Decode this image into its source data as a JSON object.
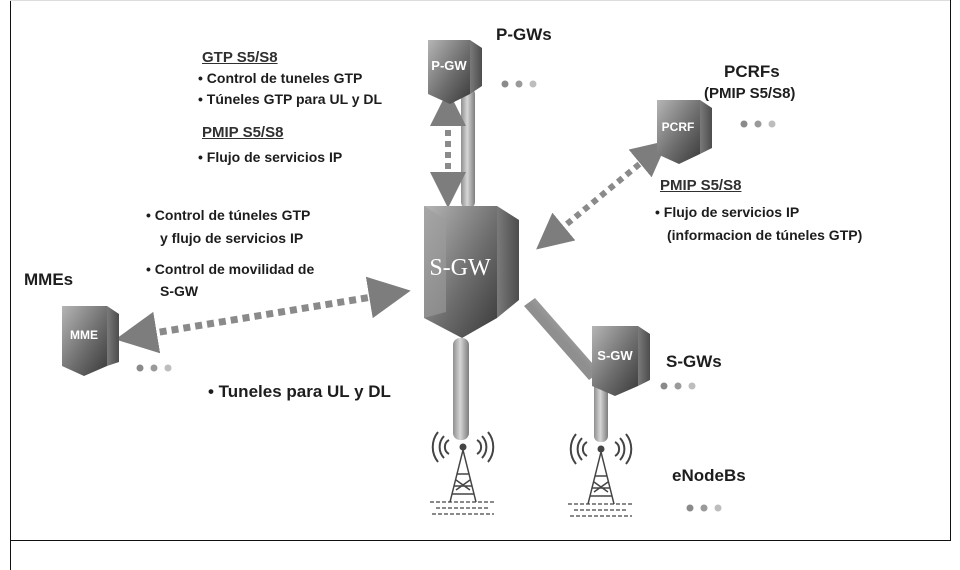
{
  "nodes": {
    "sgw_main": "S-GW",
    "pgw": "P-GW",
    "pcrf": "PCRF",
    "mme": "MME",
    "sgw_peer": "S-GW"
  },
  "groups": {
    "pgws": "P-GWs",
    "pcrfs": "PCRFs",
    "pcrfs_sub": "(PMIP S5/S8)",
    "mmes": "MMEs",
    "sgws": "S-GWs",
    "enodebs": "eNodeBs"
  },
  "pgw_interface": {
    "gtp_header": "GTP S5/S8",
    "gtp_items": [
      "• Control de tuneles GTP",
      "• Túneles GTP para UL y DL"
    ],
    "pmip_header": "PMIP S5/S8",
    "pmip_items": [
      "• Flujo de servicios IP"
    ]
  },
  "pcrf_interface": {
    "header": "PMIP S5/S8",
    "items": [
      "• Flujo de servicios IP",
      "(informacion de túneles GTP)"
    ]
  },
  "mme_interface": {
    "items": [
      "• Control de túneles GTP",
      "y flujo de servicios IP",
      "• Control de movilidad de",
      "S-GW"
    ]
  },
  "enodeb_interface": {
    "item": "• Tuneles para UL y DL"
  },
  "colors": {
    "node_light": "#9a9a9a",
    "node_dark": "#4a4a4a",
    "arrow": "#8a8a8a",
    "pipe": "#a8a8a8",
    "text": "#1d1d1d"
  }
}
